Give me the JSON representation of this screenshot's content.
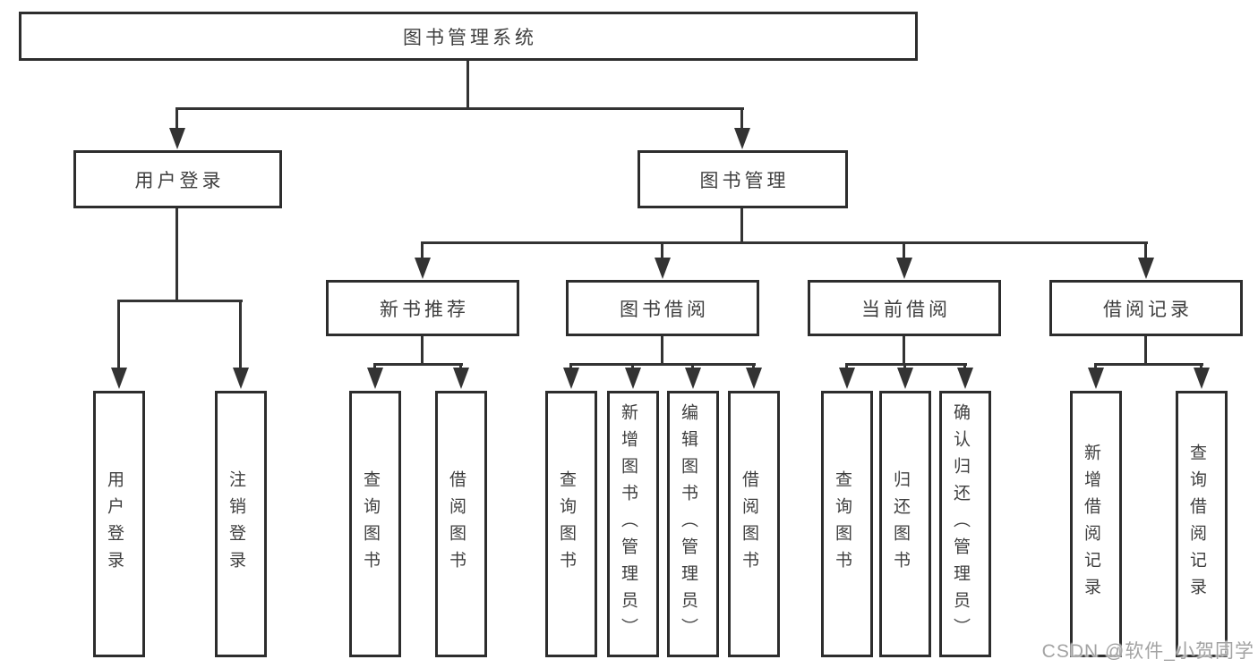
{
  "diagram_title": "图书管理系统",
  "nodes": {
    "root": "图书管理系统",
    "userLogin": "用户登录",
    "bookManagement": "图书管理",
    "newBookRecommend": "新书推荐",
    "bookBorrow": "图书借阅",
    "currentBorrow": "当前借阅",
    "borrowRecords": "借阅记录",
    "leafUserLogin": "用户登录",
    "leafLogout": "注销登录",
    "leafQueryBooks1": "查询图书",
    "leafBorrowBooks1": "借阅图书",
    "leafQueryBooks2": "查询图书",
    "leafAddBooks": "新增图书（管理员）",
    "leafEditBooks": "编辑图书（管理员）",
    "leafBorrowBooks2": "借阅图书",
    "leafQueryBooks3": "查询图书",
    "leafReturnBooks": "归还图书",
    "leafConfirmReturn": "确认归还（管理员）",
    "leafAddBorrowRecord": "新增借阅记录",
    "leafQueryBorrowRecord": "查询借阅记录"
  },
  "watermark": "CSDN @软件_小贺同学",
  "colors": {
    "background": "#ffffff",
    "line": "#333333",
    "box_border": "#2d2d2d",
    "text": "#3f3f3f",
    "watermark": "#a3a3a3"
  }
}
